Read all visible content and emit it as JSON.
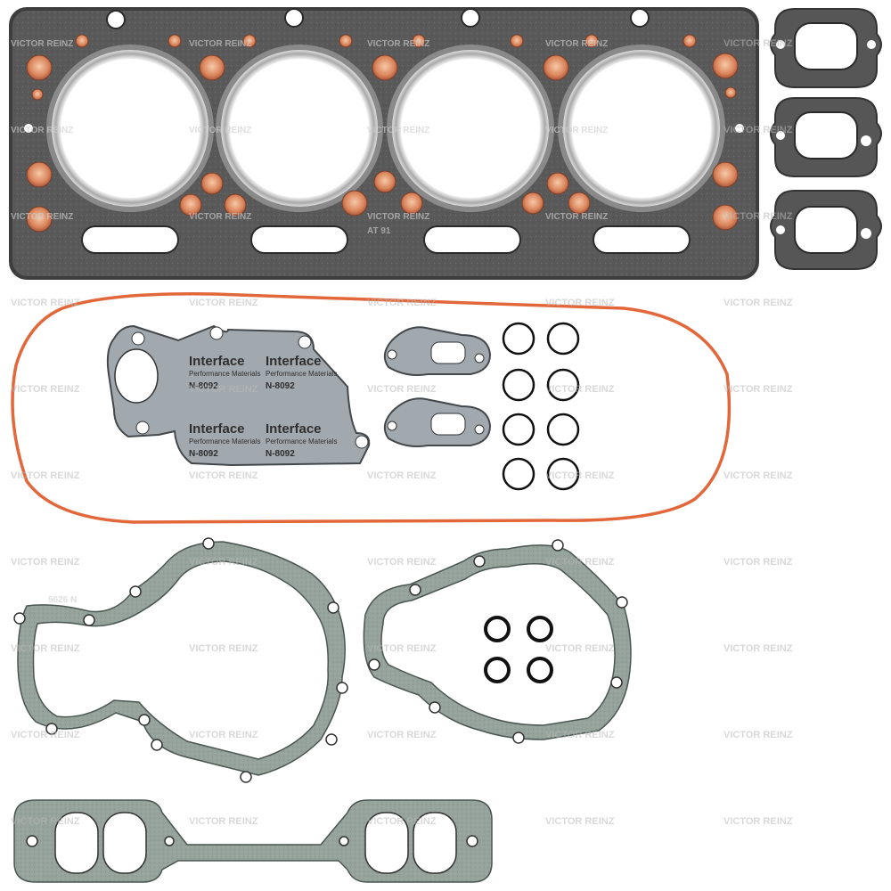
{
  "photo": {
    "watermark_text": "VICTOR REINZ",
    "head_gasket_code": "AT 91",
    "cover_gasket_brand": "Interface",
    "cover_gasket_subtitle": "Performance Materials",
    "cover_gasket_part": "N-8092",
    "pump_gasket_code": "5626 N",
    "colors": {
      "head_gasket": "#545454",
      "fire_ring": "#c8c8c8",
      "copper_eyelet": "#d9835a",
      "paper_gasket": "#8f9d97",
      "orange_cord": "#e2673a",
      "o_ring": "#111111",
      "background": "#ffffff"
    }
  }
}
